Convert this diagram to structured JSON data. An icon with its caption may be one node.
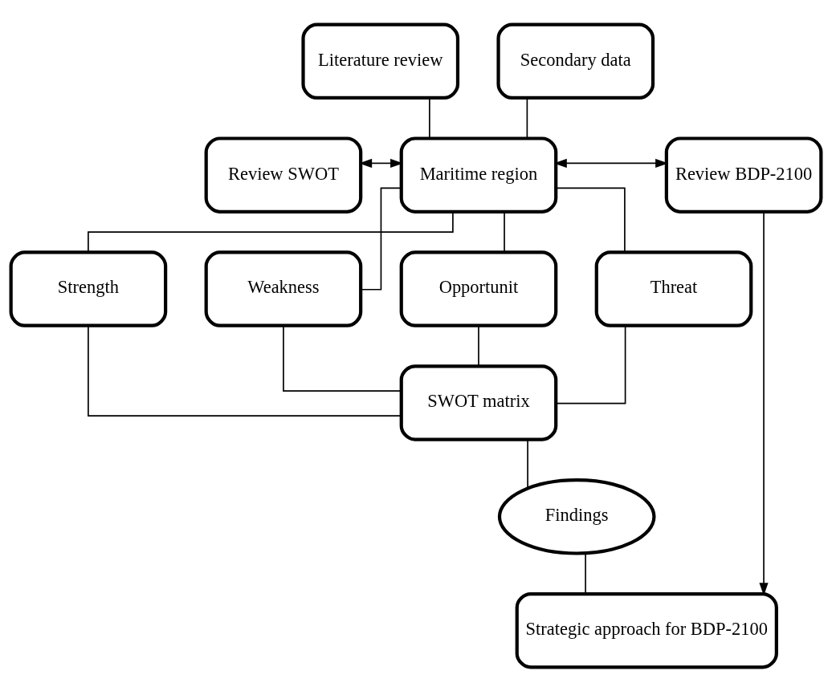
{
  "diagram": {
    "nodes": [
      {
        "text": [
          "Literature review"
        ]
      },
      {
        "text": [
          "Secondary data"
        ]
      },
      {
        "text": [
          "Review SWOT"
        ]
      },
      {
        "text": [
          "Maritime region"
        ]
      },
      {
        "text": [
          "Review BDP-2100"
        ]
      },
      {
        "text": [
          "Strength"
        ]
      },
      {
        "text": [
          "Weakness"
        ]
      },
      {
        "text": [
          "Opportunit"
        ]
      },
      {
        "text": [
          "Threat"
        ]
      },
      {
        "text": [
          "SWOT matrix"
        ]
      },
      {
        "text": [
          "Findings"
        ]
      },
      {
        "text": [
          "Strategic approach for BDP-2100"
        ]
      }
    ],
    "edges": [
      {
        "from": 0,
        "to": 3,
        "arrow": "none"
      },
      {
        "from": 1,
        "to": 3,
        "arrow": "none"
      },
      {
        "from": 2,
        "to": 3,
        "arrow": "both"
      },
      {
        "from": 3,
        "to": 4,
        "arrow": "both"
      },
      {
        "from": 3,
        "to": 5,
        "arrow": "none"
      },
      {
        "from": 3,
        "to": 6,
        "arrow": "none"
      },
      {
        "from": 3,
        "to": 7,
        "arrow": "none"
      },
      {
        "from": 3,
        "to": 8,
        "arrow": "none"
      },
      {
        "from": 5,
        "to": 9,
        "arrow": "none"
      },
      {
        "from": 6,
        "to": 9,
        "arrow": "none"
      },
      {
        "from": 7,
        "to": 9,
        "arrow": "none"
      },
      {
        "from": 8,
        "to": 9,
        "arrow": "none"
      },
      {
        "from": 9,
        "to": 10,
        "arrow": "none"
      },
      {
        "from": 10,
        "to": 11,
        "arrow": "none"
      },
      {
        "from": 4,
        "to": 11,
        "arrow": "to"
      }
    ]
  }
}
